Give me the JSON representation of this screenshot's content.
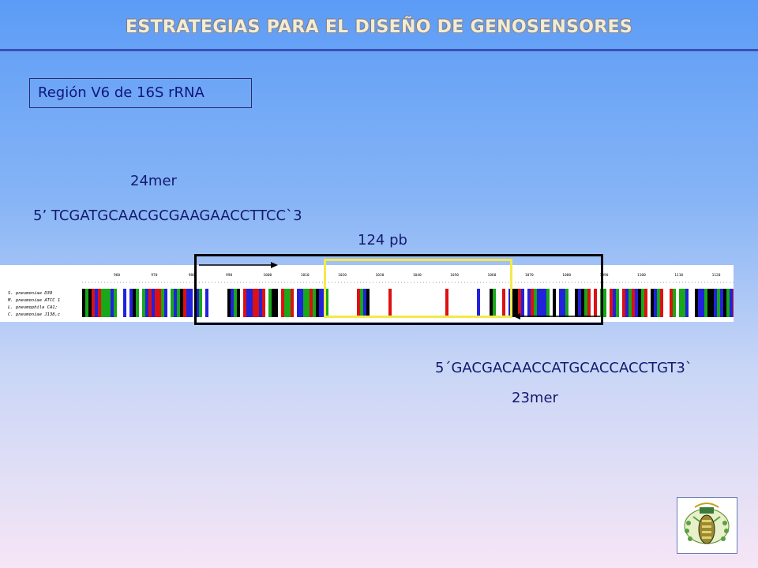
{
  "title": "ESTRATEGIAS PARA EL DISEÑO DE GENOSENSORES",
  "region_label": "Región V6 de 16S rRNA",
  "forward_probe": {
    "length_label": "24mer",
    "sequence": "5’ TCGATGCAACGCGAAGAACCTTCC`3"
  },
  "amplicon_label": "124 pb",
  "reverse_probe": {
    "sequence": "5´GACGACAACCATGCACCACCTGT3`",
    "length_label": "23mer"
  },
  "alignment": {
    "species": [
      "S. pneumoniae D39",
      "M. pneumoniae ATCC 1",
      "L. pneumophila CA1;",
      "C. pneumoniae J138,c"
    ],
    "positions": [
      "960",
      "970",
      "980",
      "990",
      "1000",
      "1010",
      "1020",
      "1030",
      "1040",
      "1050",
      "1060",
      "1070",
      "1080",
      "1090",
      "1100",
      "1110",
      "1120"
    ],
    "base_colors": {
      "A": "#18a818",
      "C": "#2222dd",
      "G": "#000000",
      "T": "#dd1111"
    }
  },
  "colors": {
    "title_text": "#f2ecd2",
    "rule": "#3a4fb5",
    "label_text": "#141a6e",
    "highlight_box": "#f2ea4c",
    "outline_box": "#000000"
  }
}
